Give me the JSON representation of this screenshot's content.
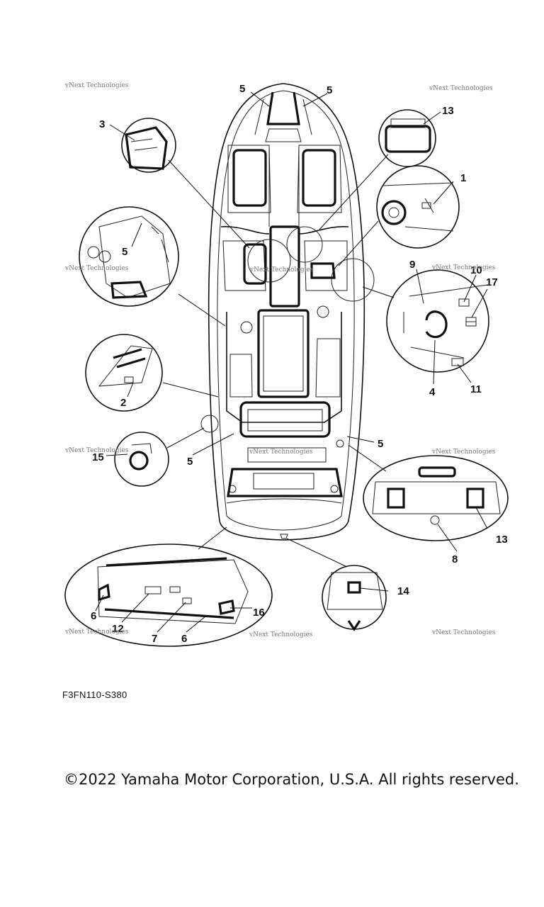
{
  "diagram": {
    "figure_code": "F3FN110-S380",
    "copyright": "©2022 Yamaha Motor Corporation, U.S.A. All rights reserved.",
    "watermark": "vNext Technologies",
    "callouts": {
      "c1": "1",
      "c2": "2",
      "c3": "3",
      "c4": "4",
      "c5a": "5",
      "c5b": "5",
      "c5c": "5",
      "c5d": "5",
      "c5e": "5",
      "c6a": "6",
      "c6b": "6",
      "c7": "7",
      "c8": "8",
      "c9": "9",
      "c10": "10",
      "c11": "11",
      "c12": "12",
      "c13a": "13",
      "c13b": "13",
      "c14": "14",
      "c15": "15",
      "c16": "16",
      "c17": "17"
    }
  }
}
